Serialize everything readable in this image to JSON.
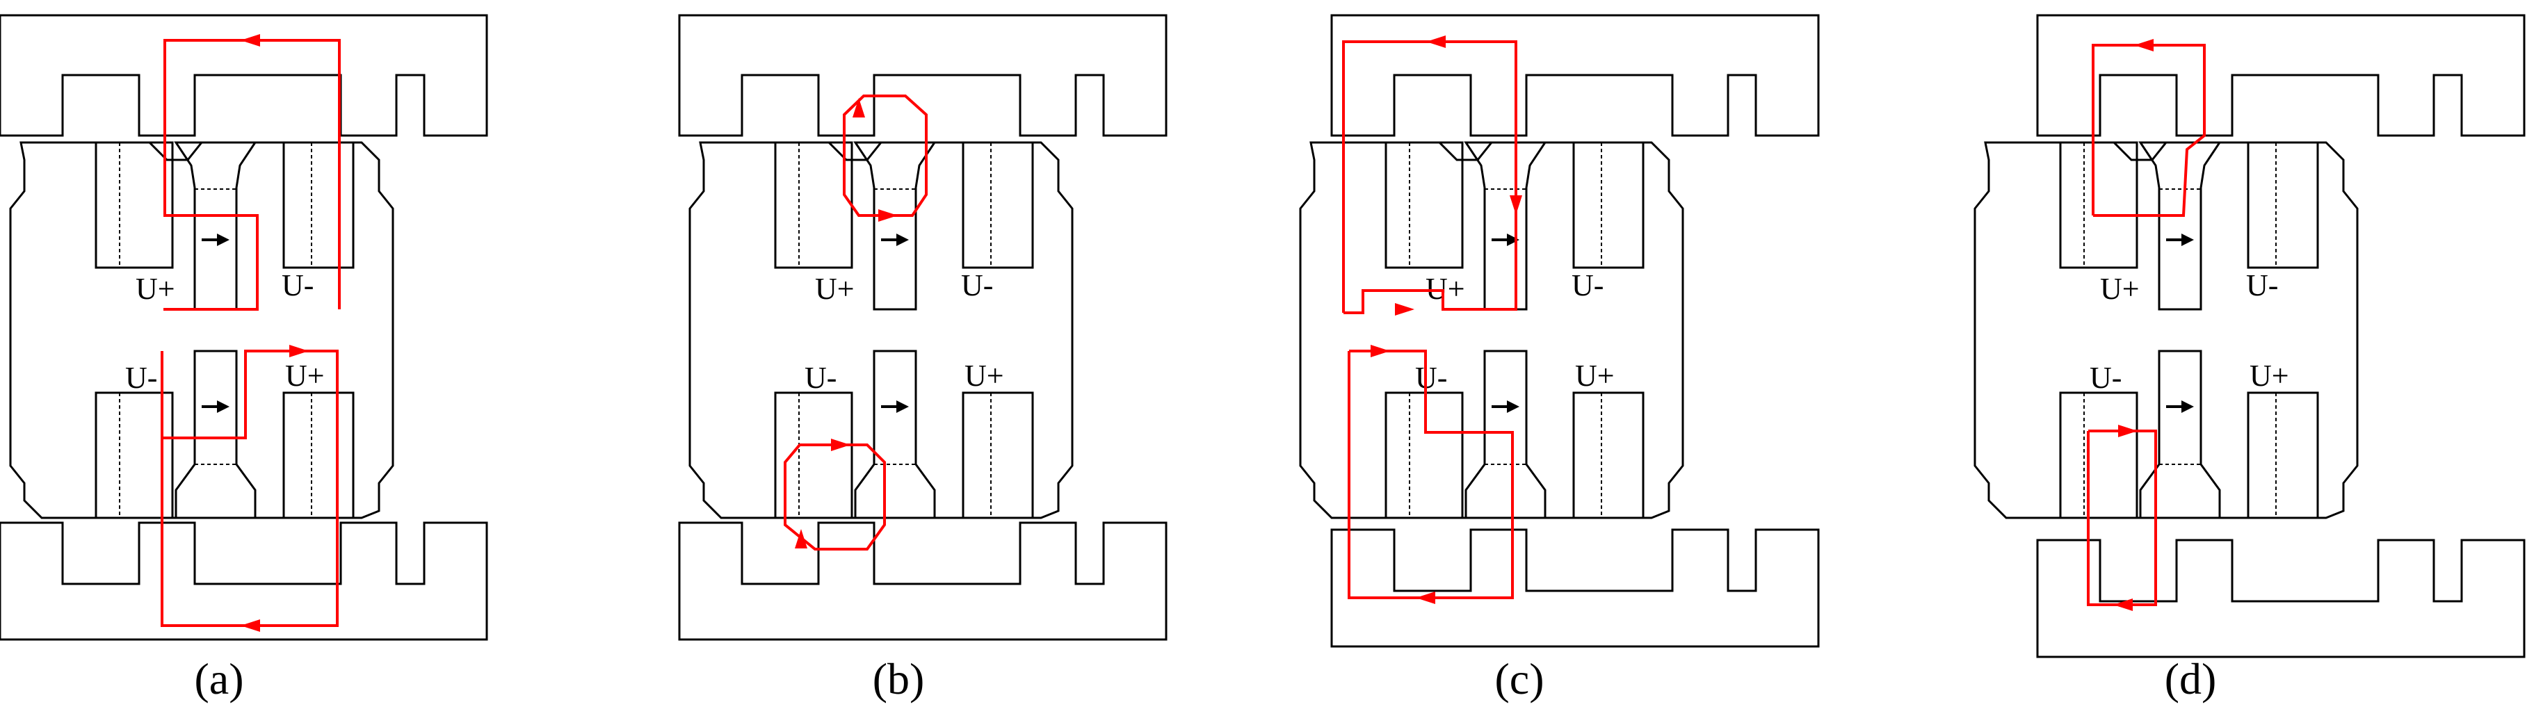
{
  "panels": [
    {
      "caption": "(a)",
      "upper_left_coil": "U+",
      "upper_right_coil": "U-",
      "lower_left_coil": "U-",
      "lower_right_coil": "U+",
      "flux_path": "a"
    },
    {
      "caption": "(b)",
      "upper_left_coil": "U+",
      "upper_right_coil": "U-",
      "lower_left_coil": "U-",
      "lower_right_coil": "U+",
      "flux_path": "b"
    },
    {
      "caption": "(c)",
      "upper_left_coil": "U+",
      "upper_right_coil": "U-",
      "lower_left_coil": "U-",
      "lower_right_coil": "U+",
      "flux_path": "c"
    },
    {
      "caption": "(d)",
      "upper_left_coil": "U+",
      "upper_right_coil": "U-",
      "lower_left_coil": "U-",
      "lower_right_coil": "U+",
      "flux_path": "d"
    }
  ],
  "colors": {
    "outline": "#000000",
    "flux": "#ff0000"
  }
}
